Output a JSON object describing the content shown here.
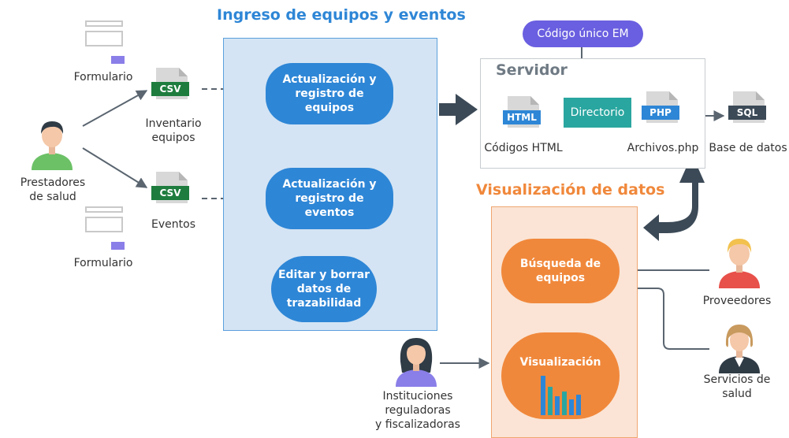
{
  "titles": {
    "ingreso": "Ingreso de equipos y eventos",
    "visualizacion": "Visualización de datos",
    "servidor": "Servidor"
  },
  "left": {
    "formulario_top": "Formulario",
    "formulario_bottom": "Formulario",
    "prestadores": [
      "Prestadores",
      "de salud"
    ],
    "csv_label": "CSV",
    "inventario": [
      "Inventario",
      "equipos"
    ],
    "eventos": "Eventos"
  },
  "ingreso_boxes": {
    "box1": [
      "Actualización y",
      "registro de equipos"
    ],
    "box2": [
      "Actualización y",
      "registro de eventos"
    ],
    "box3": [
      "Editar y borrar",
      "datos de",
      "trazabilidad"
    ]
  },
  "server": {
    "codigo_unico": "Código único EM",
    "html_tag": "HTML",
    "directorio": "Directorio",
    "php_tag": "PHP",
    "sql_tag": "SQL",
    "codigos_html": "Códigos HTML",
    "archivos_php": "Archivos.php",
    "base_datos": "Base de datos"
  },
  "visual": {
    "busqueda": [
      "Búsqueda de",
      "equipos"
    ],
    "visualizacion": "Visualización",
    "proveedores": "Proveedores",
    "servicios": [
      "Servicios de",
      "salud"
    ],
    "instituciones": [
      "Instituciones",
      "reguladoras",
      "y fiscalizadoras"
    ]
  },
  "colors": {
    "blue": "#2e86d6",
    "orange": "#f0883b",
    "green": "#1e7d3e",
    "teal": "#2aa6a0",
    "purple": "#6a5fe0",
    "dark_arrow": "#3c4a57"
  }
}
